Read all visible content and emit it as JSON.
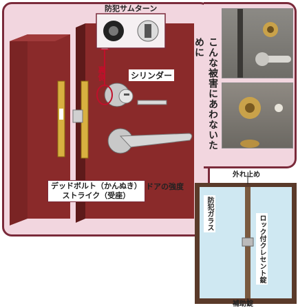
{
  "labels": {
    "thumb_turn": "防犯サムターン",
    "cylinder": "シリンダー",
    "back_side": "裏側",
    "deadbolt": "デッドボルト（かんぬき）",
    "strike": "ストライク（受座）",
    "door_strength": "ドアの強度",
    "caption": "こんな被害にあわないために",
    "hazure_dome": "外れ止め",
    "crime_glass": "防犯ガラス",
    "crescent_lock": "ロック付クレセント錠",
    "hojo_lock": "補助錠"
  },
  "colors": {
    "panel_bg": "#f2d6df",
    "panel_border": "#7a2a3a",
    "door": "#8a2a2a",
    "door_dark": "#5d1a1a",
    "brass": "#d8b040",
    "window_frame": "#5a3a2a",
    "glass": "#cfe8f2"
  }
}
